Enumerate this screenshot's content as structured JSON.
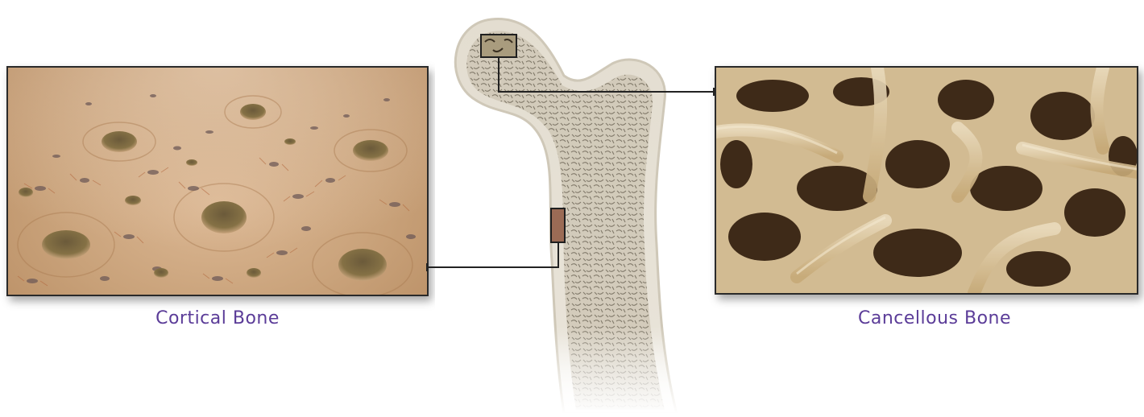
{
  "captions": {
    "cortical": "Cortical Bone",
    "cancellous": "Cancellous Bone"
  },
  "colors": {
    "caption": "#5b3c98",
    "cortical_base": "#c9a27a",
    "cancellous_strut": "#d8c29d",
    "connector": "#222222"
  },
  "icons": [
    "femur-illustration",
    "cortical-bone-texture",
    "cancellous-bone-texture"
  ]
}
